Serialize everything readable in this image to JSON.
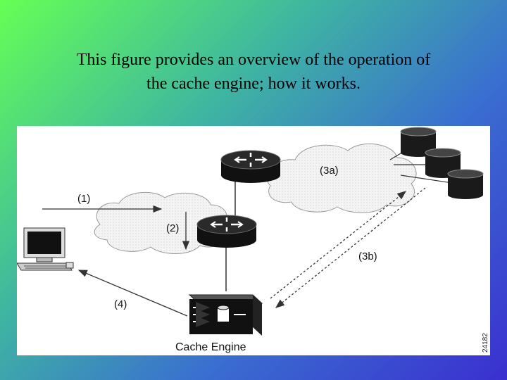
{
  "caption": {
    "line1": "This figure provides an overview of the operation of",
    "line2": "the cache engine; how it works."
  },
  "diagram": {
    "labels": {
      "step1": "(1)",
      "step2": "(2)",
      "step3a": "(3a)",
      "step3b": "(3b)",
      "step4": "(4)",
      "cache_engine": "Cache Engine",
      "figure_id": "24182"
    }
  }
}
